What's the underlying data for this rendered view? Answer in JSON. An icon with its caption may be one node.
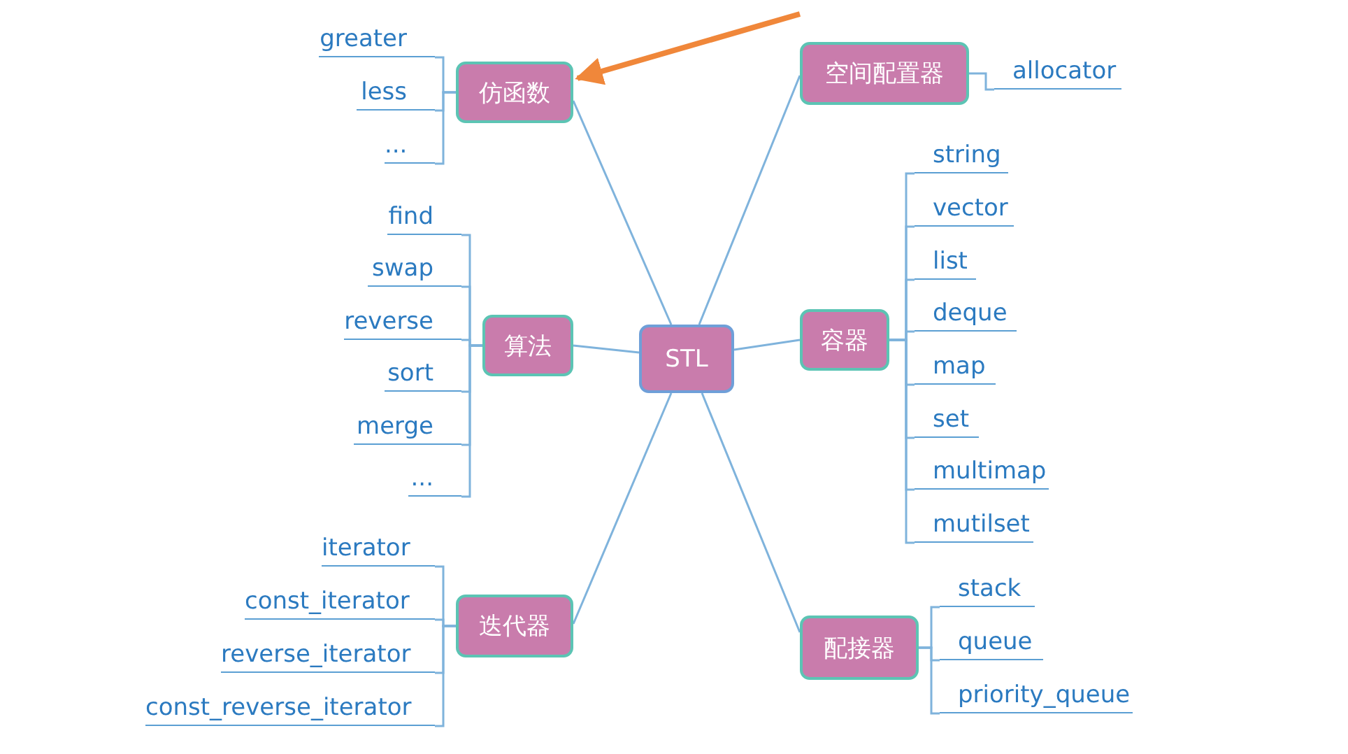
{
  "diagram": {
    "nodes": [
      {
        "text": [
          "STL"
        ]
      },
      {
        "text": [
          "仿函数"
        ]
      },
      {
        "text": [
          "算法"
        ]
      },
      {
        "text": [
          "迭代器"
        ]
      },
      {
        "text": [
          "空间配置器"
        ]
      },
      {
        "text": [
          "容器"
        ]
      },
      {
        "text": [
          "配接器"
        ]
      },
      {
        "text": [
          "greater"
        ]
      },
      {
        "text": [
          "less"
        ]
      },
      {
        "text": [
          "..."
        ]
      },
      {
        "text": [
          "find"
        ]
      },
      {
        "text": [
          "swap"
        ]
      },
      {
        "text": [
          "reverse"
        ]
      },
      {
        "text": [
          "sort"
        ]
      },
      {
        "text": [
          "merge"
        ]
      },
      {
        "text": [
          "..."
        ]
      },
      {
        "text": [
          "iterator"
        ]
      },
      {
        "text": [
          "const_iterator"
        ]
      },
      {
        "text": [
          "reverse_iterator"
        ]
      },
      {
        "text": [
          "const_reverse_iterator"
        ]
      },
      {
        "text": [
          "allocator"
        ]
      },
      {
        "text": [
          "string"
        ]
      },
      {
        "text": [
          "vector"
        ]
      },
      {
        "text": [
          "list"
        ]
      },
      {
        "text": [
          "deque"
        ]
      },
      {
        "text": [
          "map"
        ]
      },
      {
        "text": [
          "set"
        ]
      },
      {
        "text": [
          "multimap"
        ]
      },
      {
        "text": [
          "mutilset"
        ]
      },
      {
        "text": [
          "stack"
        ]
      },
      {
        "text": [
          "queue"
        ]
      },
      {
        "text": [
          "priority_queue"
        ]
      }
    ],
    "edges": [
      {
        "from": 0,
        "to": 1,
        "arrow": "none"
      },
      {
        "from": 0,
        "to": 2,
        "arrow": "none"
      },
      {
        "from": 0,
        "to": 3,
        "arrow": "none"
      },
      {
        "from": 0,
        "to": 4,
        "arrow": "none"
      },
      {
        "from": 0,
        "to": 5,
        "arrow": "none"
      },
      {
        "from": 0,
        "to": 6,
        "arrow": "none"
      },
      {
        "from": 1,
        "to": 7,
        "arrow": "none"
      },
      {
        "from": 1,
        "to": 8,
        "arrow": "none"
      },
      {
        "from": 1,
        "to": 9,
        "arrow": "none"
      },
      {
        "from": 2,
        "to": 10,
        "arrow": "none"
      },
      {
        "from": 2,
        "to": 11,
        "arrow": "none"
      },
      {
        "from": 2,
        "to": 12,
        "arrow": "none"
      },
      {
        "from": 2,
        "to": 13,
        "arrow": "none"
      },
      {
        "from": 2,
        "to": 14,
        "arrow": "none"
      },
      {
        "from": 2,
        "to": 15,
        "arrow": "none"
      },
      {
        "from": 3,
        "to": 16,
        "arrow": "none"
      },
      {
        "from": 3,
        "to": 17,
        "arrow": "none"
      },
      {
        "from": 3,
        "to": 18,
        "arrow": "none"
      },
      {
        "from": 3,
        "to": 19,
        "arrow": "none"
      },
      {
        "from": 4,
        "to": 20,
        "arrow": "none"
      },
      {
        "from": 5,
        "to": 21,
        "arrow": "none"
      },
      {
        "from": 5,
        "to": 22,
        "arrow": "none"
      },
      {
        "from": 5,
        "to": 23,
        "arrow": "none"
      },
      {
        "from": 5,
        "to": 24,
        "arrow": "none"
      },
      {
        "from": 5,
        "to": 25,
        "arrow": "none"
      },
      {
        "from": 5,
        "to": 26,
        "arrow": "none"
      },
      {
        "from": 5,
        "to": 27,
        "arrow": "none"
      },
      {
        "from": 5,
        "to": 28,
        "arrow": "none"
      },
      {
        "from": 6,
        "to": 29,
        "arrow": "none"
      },
      {
        "from": 6,
        "to": 30,
        "arrow": "none"
      },
      {
        "from": 6,
        "to": 31,
        "arrow": "none"
      },
      {
        "from": null,
        "to": 1,
        "arrow": "to",
        "style": "thick",
        "color": "#f0873a"
      }
    ]
  }
}
